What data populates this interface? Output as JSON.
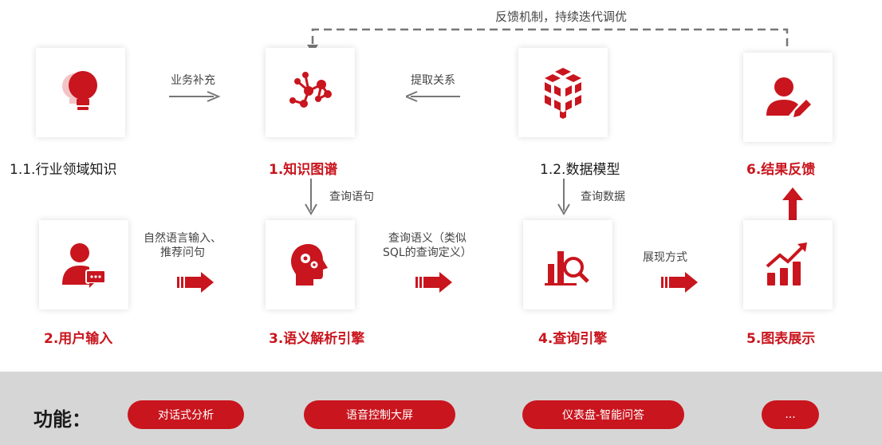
{
  "feedback": {
    "label": "反馈机制，持续迭代调优"
  },
  "top_row": {
    "industry": {
      "label": "1.1.行业领域知识"
    },
    "kg": {
      "label": "1.知识图谱"
    },
    "data_model": {
      "label": "1.2.数据模型"
    },
    "result_feedback": {
      "label": "6.结果反馈"
    },
    "arrow_supplement": "业务补充",
    "arrow_extract": "提取关系"
  },
  "vertical": {
    "query_sentence": "查询语句",
    "query_data": "查询数据"
  },
  "bottom_row": {
    "user_input": {
      "label": "2.用户输入"
    },
    "semantic_engine": {
      "label": "3.语义解析引擎"
    },
    "query_engine": {
      "label": "4.查询引擎"
    },
    "chart_display": {
      "label": "5.图表展示"
    },
    "arrow_nl_line1": "自然语言输入、",
    "arrow_nl_line2": "推荐问句",
    "arrow_sem_line1": "查询语义（类似",
    "arrow_sem_line2": "SQL的查询定义）",
    "arrow_display": "展现方式"
  },
  "functions": {
    "title": "功能：",
    "items": [
      "对话式分析",
      "语音控制大屏",
      "仪表盘-智能问答",
      "..."
    ]
  },
  "colors": {
    "accent": "#c9151e",
    "bar": "#d6d6d6"
  }
}
